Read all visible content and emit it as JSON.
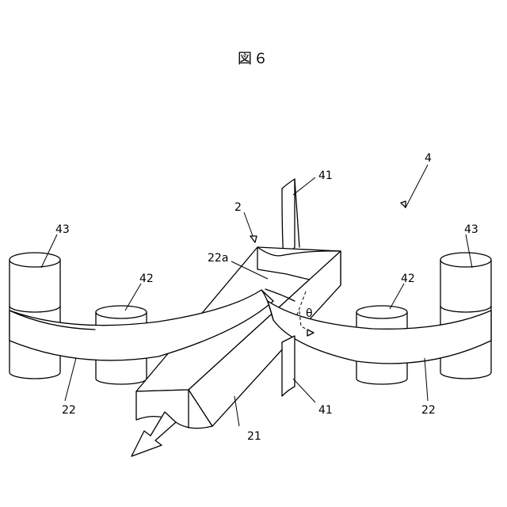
{
  "figure": {
    "title": "図６",
    "labels": {
      "assembly": "4",
      "rod": "2",
      "rod_end": "21",
      "belt_left": "22",
      "belt_right": "22",
      "belt_contact": "22a",
      "guide_top": "41",
      "guide_bottom": "41",
      "roller_inner_left": "42",
      "roller_inner_right": "42",
      "roller_outer_left": "43",
      "roller_outer_right": "43",
      "angle": "θ"
    }
  }
}
